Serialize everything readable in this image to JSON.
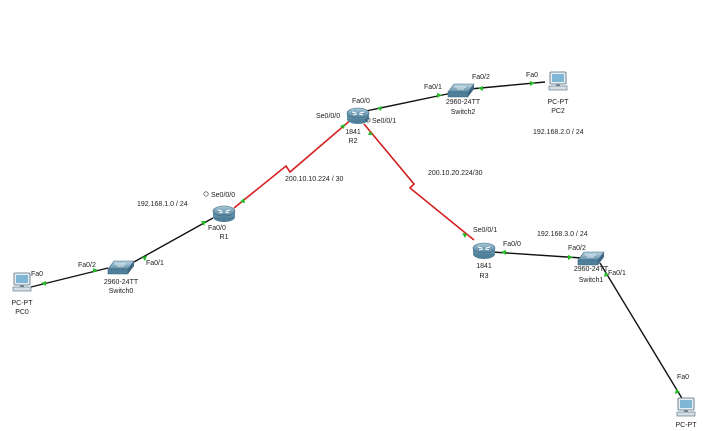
{
  "colors": {
    "background": "#ffffff",
    "ethernet_link": "#111111",
    "serial_link": "#d42020",
    "link_up_indicator": "#22bb22",
    "device_body": "#6f9fb8",
    "pc_screen": "#7fb6d6"
  },
  "devices": [
    {
      "id": "r2",
      "icon": "router-icon",
      "model": "1841",
      "name": "R2"
    },
    {
      "id": "r1",
      "icon": "router-icon",
      "model": "",
      "name": "R1"
    },
    {
      "id": "r3",
      "icon": "router-icon",
      "model": "1841",
      "name": "R3"
    },
    {
      "id": "switch0",
      "icon": "switch-icon",
      "model": "2960-24TT",
      "name": "Switch0"
    },
    {
      "id": "switch1",
      "icon": "switch-icon",
      "model": "2960-24TT",
      "name": "Switch1"
    },
    {
      "id": "switch2",
      "icon": "switch-icon",
      "model": "2960-24TT",
      "name": "Switch2"
    },
    {
      "id": "pc0",
      "icon": "pc-icon",
      "model": "PC-PT",
      "name": "PC0"
    },
    {
      "id": "pc2",
      "icon": "pc-icon",
      "model": "PC-PT",
      "name": "PC2"
    },
    {
      "id": "pc1",
      "icon": "pc-icon",
      "model": "PC-PT",
      "name": ""
    }
  ],
  "links": [
    {
      "type": "ethernet",
      "from": "pc0",
      "to": "switch0"
    },
    {
      "type": "ethernet",
      "from": "switch0",
      "to": "r1"
    },
    {
      "type": "serial",
      "from": "r1",
      "to": "r2"
    },
    {
      "type": "ethernet",
      "from": "r2",
      "to": "switch2"
    },
    {
      "type": "ethernet",
      "from": "switch2",
      "to": "pc2"
    },
    {
      "type": "serial",
      "from": "r2",
      "to": "r3"
    },
    {
      "type": "ethernet",
      "from": "r3",
      "to": "switch1"
    },
    {
      "type": "ethernet",
      "from": "switch1",
      "to": "pc1"
    }
  ],
  "port_labels": {
    "pc0_fa0": "Fa0",
    "switch0_fa02": "Fa0/2",
    "switch0_fa01": "Fa0/1",
    "r1_fa00": "Fa0/0",
    "r1_se000": "Se0/0/0",
    "r2_se000": "Se0/0/0",
    "r2_fa00": "Fa0/0",
    "r2_se001": "Se0/0/1",
    "switch2_fa01": "Fa0/1",
    "switch2_fa02": "Fa0/2",
    "pc2_fa0": "Fa0",
    "r3_se001": "Se0/0/1",
    "r3_fa00": "Fa0/0",
    "switch1_fa02": "Fa0/2",
    "switch1_fa01": "Fa0/1",
    "pc1_fa0": "Fa0"
  },
  "network_labels": {
    "lan_r1": "192.168.1.0 / 24",
    "wan_r1_r2": "200.10.10.224 / 30",
    "lan_r2": "192.168.2.0 / 24",
    "wan_r2_r3": "200.10.20.224/30",
    "lan_r3": "192.168.3.0 / 24"
  }
}
